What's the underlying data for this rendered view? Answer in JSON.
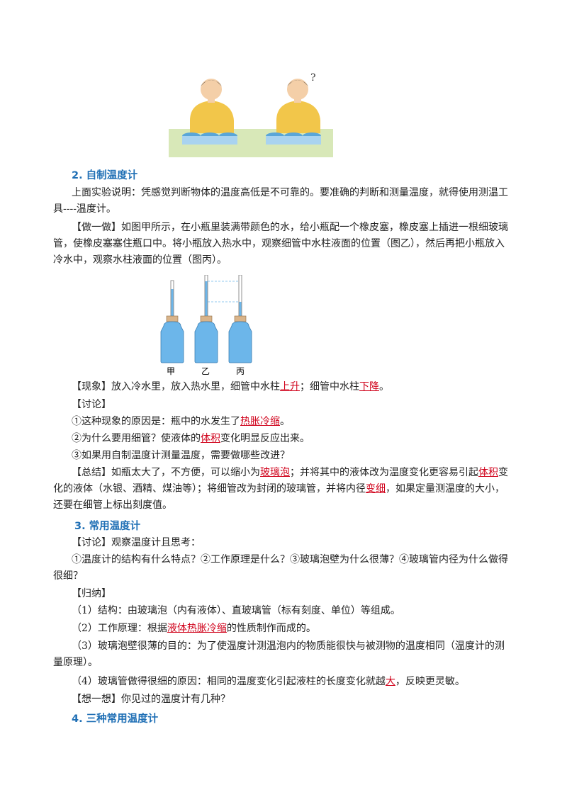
{
  "figure_people": {
    "bowl_color": "#5aa6d8"
  },
  "section2": {
    "heading": "2. 自制温度计",
    "p1": "上面实验说明：凭感觉判断物体的温度高低是不可靠的。要准确的判断和测量温度，就得使用测温工具----温度计。",
    "p2": "【做一做】如图甲所示，在小瓶里装满带颜色的水，给小瓶配一个橡皮塞，橡皮塞上插进一根细玻璃管，使橡皮塞塞住瓶口中。将小瓶放入热水中，观察细管中水柱液面的位置（图乙），然后再把小瓶放入冷水中，观察水柱液面的位置（图丙）。"
  },
  "bottles": {
    "labels": [
      "甲",
      "乙",
      "丙"
    ],
    "water_color": "#6cb6ea"
  },
  "phenomenon": {
    "pre": "【现象】放入冷水里，放入热水里，细管中水柱",
    "a1": "上升",
    "mid": "；细管中水柱",
    "a2": "下降",
    "post": "。"
  },
  "discussion1": {
    "title": "【讨论】",
    "q1_pre": "①这种现象的原因是：瓶中的水发生了",
    "q1_ans": "热胀冷缩",
    "q1_post": "。",
    "q2_pre": "②为什么要用细管？使液体的",
    "q2_ans": "体积",
    "q2_post": "变化明显反应出来。",
    "q3": "③如果用自制温度计测量温度，需要做哪些改进？"
  },
  "summary": {
    "s1": "【总结】如瓶太大了，不方便，可以缩小为",
    "a1": "玻璃泡",
    "s2": "；并将其中的液体改为温度变化更容易引起",
    "a2": "体积",
    "s3": "变化的液体（水银、酒精、煤油等）；将细管改为封闭的玻璃管，并将内径",
    "a3": "变细",
    "s4": "，如果定量测温度的大小，还要在细管上标出刻度值。"
  },
  "section3": {
    "heading": "3. 常用温度计",
    "d_title": "【讨论】观察温度计且思考：",
    "d_body": "①温度计的结构有什么特点？②工作原理是什么？③玻璃泡壁为什么很薄？④玻璃管内径为什么做得很细？",
    "guina": "【归纳】",
    "g1": "（1）结构：由玻璃泡（内有液体）、直玻璃管（标有刻度、单位）等组成。",
    "g2_pre": "（2）工作原理：根据",
    "g2_ans": "液体热胀冷缩",
    "g2_post": "的性质制作而成的。",
    "g3": "（3）玻璃泡壁很薄的目的：为了使温度计测温泡内的物质能很快与被测物的温度相同（温度计的测量原理）。",
    "g4_pre": "（4）玻璃管做得很细的原因：相同的温度变化引起液柱的长度变化就越",
    "g4_ans": "大",
    "g4_post": "，反映更灵敏。",
    "think": "【想一想】你见过的温度计有几种？"
  },
  "section4": {
    "heading": "4.  三种常用温度计"
  }
}
